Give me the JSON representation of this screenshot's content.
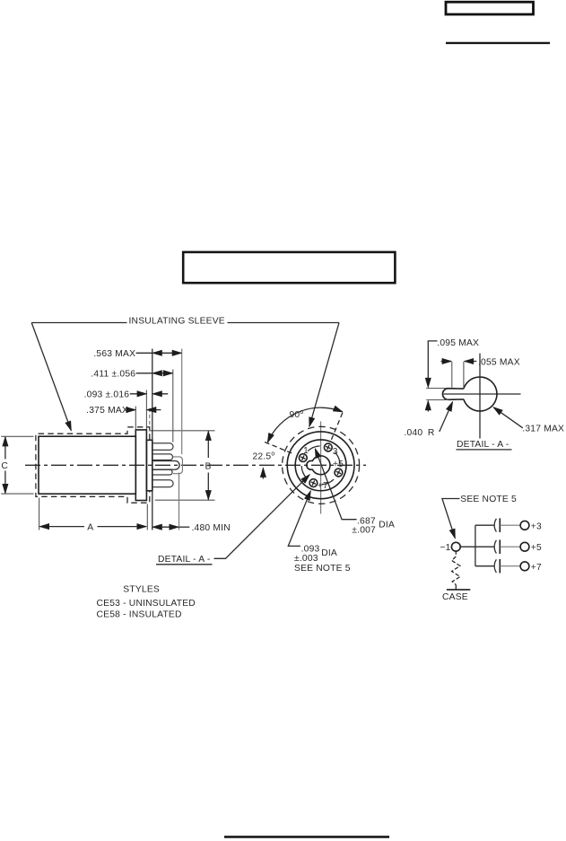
{
  "page": {
    "background": "#ffffff",
    "ink": "#1f1f1f"
  },
  "side_view": {
    "insulating_sleeve_label": "INSULATING SLEEVE",
    "dim_563": ".563 MAX",
    "dim_411": ".411 ±.056",
    "dim_093": ".093 ±.016",
    "dim_375": ".375 MAX",
    "dim_C": "C",
    "dim_B": "B",
    "dim_A": "A",
    "dim_480": ".480 MIN"
  },
  "end_view": {
    "angle_90": {
      "value": "90",
      "sup": "o"
    },
    "angle_22_5": {
      "value": "22.5",
      "sup": "o"
    },
    "pin_1": "1",
    "pin_3": "3",
    "pin_5": "+5",
    "pin_7": "+7",
    "detail_ref": "DETAIL - A -",
    "dia_687": {
      "value": ".687",
      "unit": "DIA",
      "tol": "±.007"
    },
    "dia_093": {
      "value": ".093",
      "unit": "DIA",
      "tol": "±.003",
      "note": "SEE NOTE 5"
    }
  },
  "styles_block": {
    "title": "STYLES",
    "style_1": "CE53 - UNINSULATED",
    "style_2": "CE58 - INSULATED"
  },
  "detail_a": {
    "title": "DETAIL - A -",
    "dim_095": ".095 MAX",
    "dim_055": ".055 MAX",
    "dim_040": ".040 R",
    "dim_317": ".317 MAX"
  },
  "schematic": {
    "note": "SEE NOTE 5",
    "terminal_neg": "−1",
    "terminal_3": "+3",
    "terminal_5": "+5",
    "terminal_7": "+7",
    "case_label": "CASE"
  }
}
